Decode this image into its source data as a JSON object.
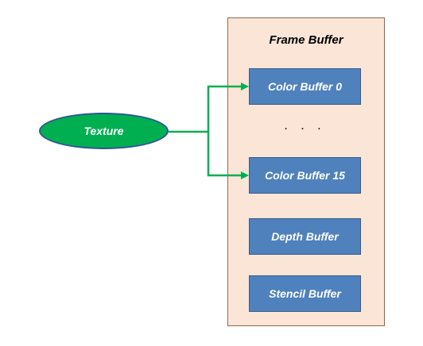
{
  "frame_buffer": {
    "title": "Frame Buffer",
    "buffers": {
      "color0": "Color Buffer 0",
      "ellipsis": ". . .",
      "color15": "Color Buffer 15",
      "depth": "Depth Buffer",
      "stencil": "Stencil Buffer"
    }
  },
  "texture": {
    "label": "Texture"
  },
  "colors": {
    "frame_fill": "#fbe5d6",
    "buffer_fill": "#4f81bd",
    "texture_fill": "#00b050",
    "arrow": "#00b050"
  }
}
